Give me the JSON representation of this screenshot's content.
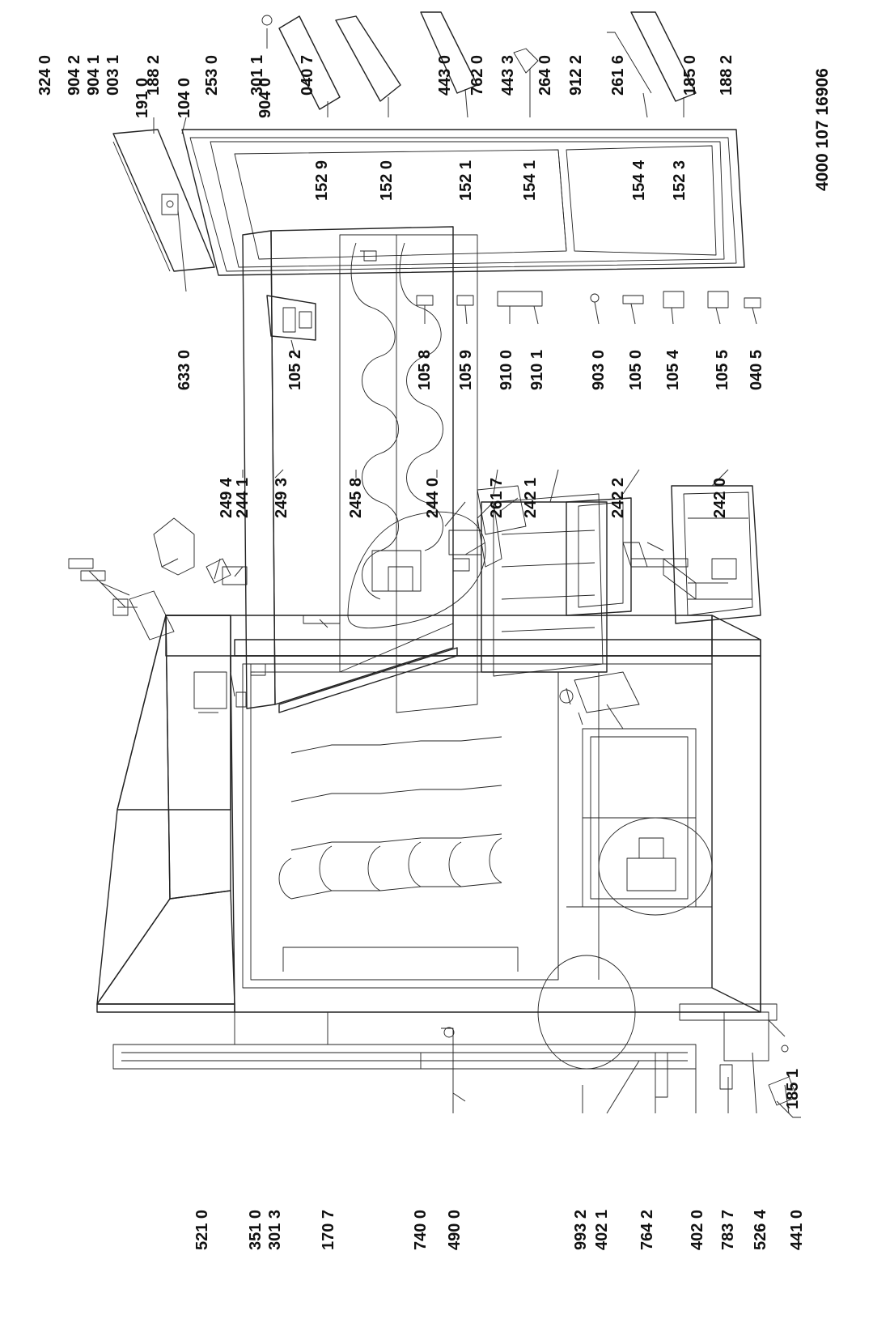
{
  "document_code": "4000 107 16906",
  "labels": {
    "l_324_0": "324 0",
    "l_904_2": "904 2",
    "l_904_1": "904 1",
    "l_003_1": "003 1",
    "l_188_2a": "188 2",
    "l_253_0": "253 0",
    "l_301_1": "301 1",
    "l_040_7": "040 7",
    "l_443_0": "443 0",
    "l_762_0": "762 0",
    "l_443_3": "443 3",
    "l_264_0": "264 0",
    "l_912_2": "912 2",
    "l_261_6": "261 6",
    "l_185_0": "185 0",
    "l_188_2b": "188 2",
    "l_521_0": "521 0",
    "l_351_0": "351 0",
    "l_301_3": "301 3",
    "l_170_7": "170 7",
    "l_740_0": "740 0",
    "l_490_0": "490 0",
    "l_993_2": "993 2",
    "l_402_1": "402 1",
    "l_764_2": "764 2",
    "l_402_0": "402 0",
    "l_783_7": "783 7",
    "l_526_4": "526 4",
    "l_441_0": "441 0",
    "l_185_1": "185 1",
    "l_249_4": "249 4",
    "l_244_1": "244 1",
    "l_249_3": "249 3",
    "l_245_8": "245 8",
    "l_244_0": "244 0",
    "l_261_7": "261 7",
    "l_242_1": "242 1",
    "l_242_2": "242 2",
    "l_242_0": "242 0",
    "l_191_0": "191 0",
    "l_104_0": "104 0",
    "l_904_0": "904 0",
    "l_152_9": "152 9",
    "l_152_0": "152 0",
    "l_152_1": "152 1",
    "l_154_1": "154 1",
    "l_154_4": "154 4",
    "l_152_3": "152 3",
    "l_633_0": "633 0",
    "l_105_2": "105 2",
    "l_105_8": "105 8",
    "l_105_9": "105 9",
    "l_910_0": "910 0",
    "l_910_1": "910 1",
    "l_903_0": "903 0",
    "l_105_0": "105 0",
    "l_105_4": "105 4",
    "l_105_5": "105 5",
    "l_040_5": "040 5"
  }
}
